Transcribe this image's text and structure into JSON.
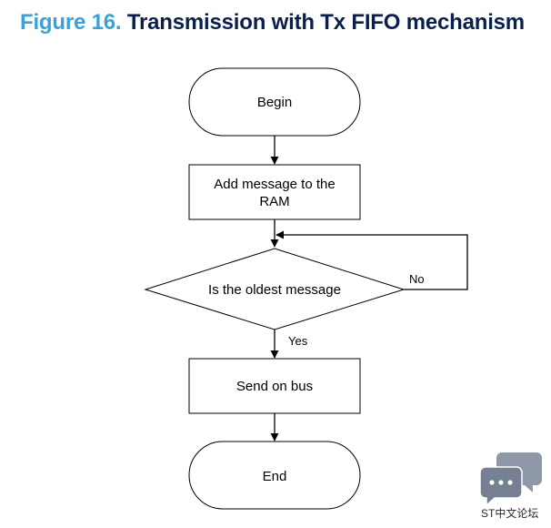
{
  "figure": {
    "number": "Figure 16.",
    "title": "Transmission with Tx FIFO mechanism"
  },
  "nodes": {
    "begin": "Begin",
    "add_message_line1": "Add message to the",
    "add_message_line2": "RAM",
    "decision": "Is the oldest message",
    "send": "Send on bus",
    "end": "End"
  },
  "edges": {
    "no": "No",
    "yes": "Yes"
  },
  "watermark": {
    "text": "ST中文论坛",
    "icon": "chat-bubbles-icon"
  },
  "colors": {
    "figure_number": "#3ba1d8",
    "figure_title": "#0b1f4d",
    "watermark": "#9aa4b3"
  }
}
